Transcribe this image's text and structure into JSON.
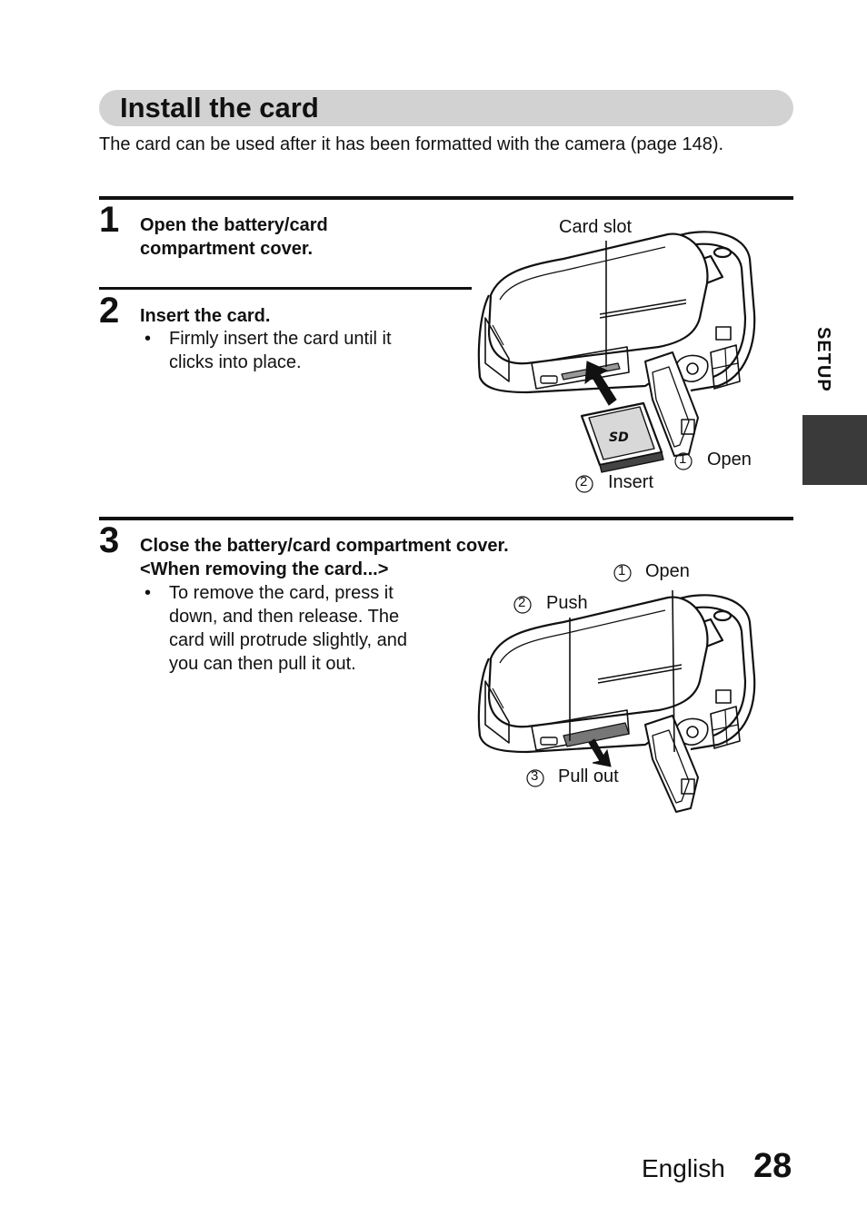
{
  "section": {
    "title": "Install the card",
    "intro": "The card can be used after it has been formatted with the camera (page 148)."
  },
  "steps": [
    {
      "number": "1",
      "heading_line1": "Open the battery/card",
      "heading_line2": "compartment cover."
    },
    {
      "number": "2",
      "heading": "Insert the card.",
      "bullet_line1": "Firmly insert the card until it",
      "bullet_line2": "clicks into place."
    },
    {
      "number": "3",
      "heading": "Close the battery/card compartment cover.",
      "subheading": "<When removing the card...>",
      "bullet_lines": [
        "To remove the card, press it",
        "down, and then release. The",
        "card will protrude slightly, and",
        "you can then pull it out."
      ]
    }
  ],
  "figure1": {
    "card_slot_label": "Card slot",
    "open_num": "1",
    "open_label": "Open",
    "insert_num": "2",
    "insert_label": "Insert",
    "card_logo": "SD"
  },
  "figure2": {
    "open_num": "1",
    "open_label": "Open",
    "push_num": "2",
    "push_label": "Push",
    "pull_num": "3",
    "pull_label": "Pull out"
  },
  "side_tab": {
    "label": "SETUP"
  },
  "footer": {
    "language": "English",
    "page_number": "28"
  },
  "bullet_char": "•"
}
